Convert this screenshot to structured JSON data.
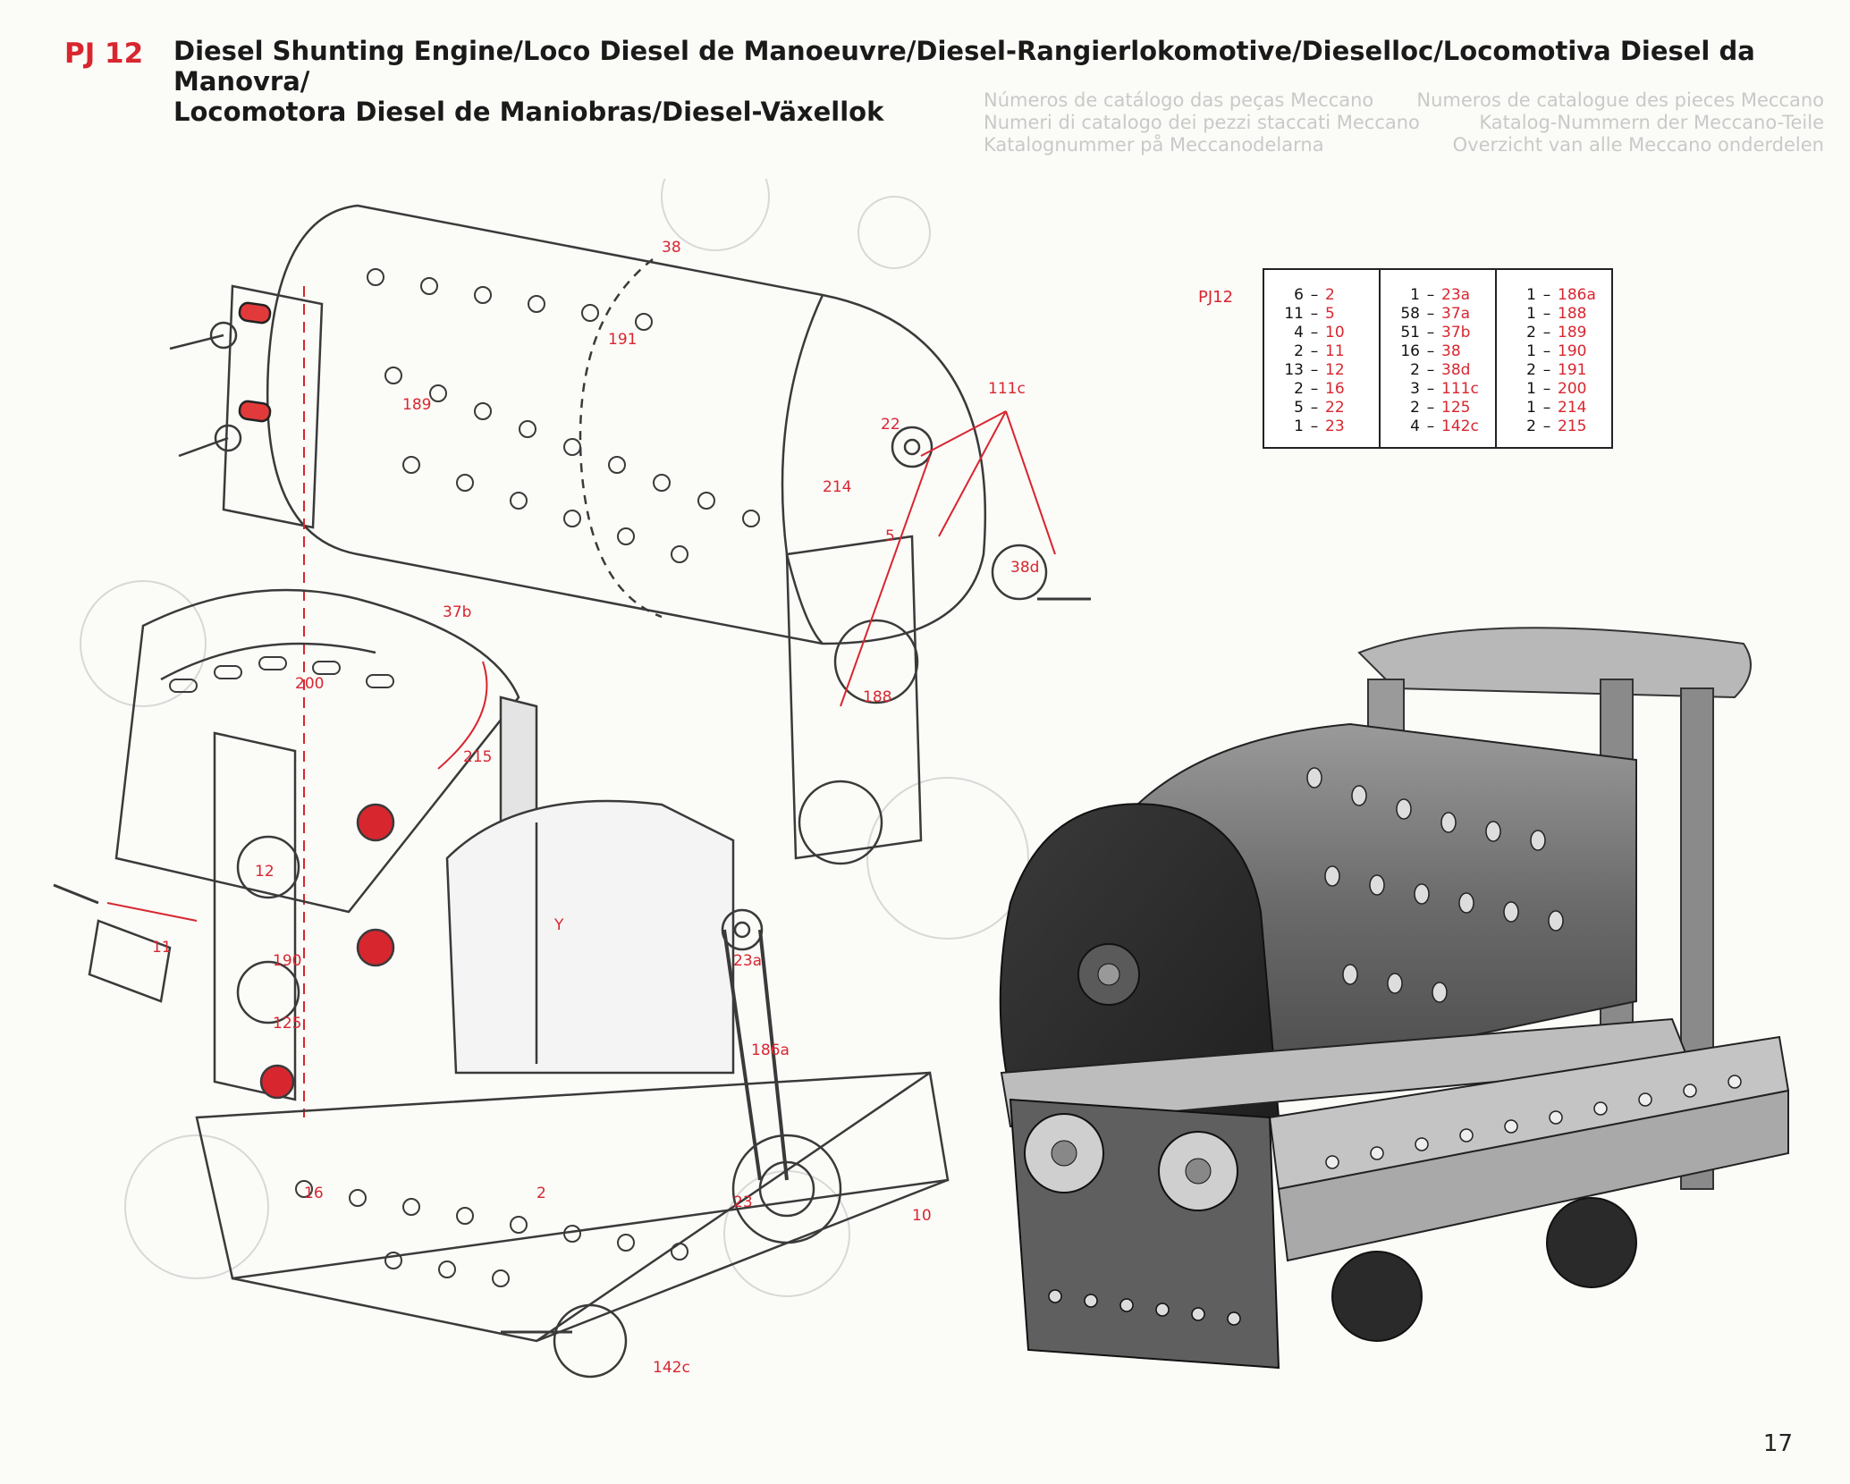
{
  "header": {
    "model_code": "PJ 12",
    "title_line1": "Diesel Shunting Engine/Loco Diesel de Manoeuvre/Diesel-Rangierlokomotive/Dieselloc/Locomotiva Diesel da Manovra/",
    "title_line2": "Locomotora Diesel de Maniobras/Diesel-Växellok"
  },
  "parts_list": {
    "code": "PJ12",
    "columns": [
      [
        {
          "qty": "6",
          "part": "2"
        },
        {
          "qty": "11",
          "part": "5"
        },
        {
          "qty": "4",
          "part": "10"
        },
        {
          "qty": "2",
          "part": "11"
        },
        {
          "qty": "13",
          "part": "12"
        },
        {
          "qty": "2",
          "part": "16"
        },
        {
          "qty": "5",
          "part": "22"
        },
        {
          "qty": "1",
          "part": "23"
        }
      ],
      [
        {
          "qty": "1",
          "part": "23a"
        },
        {
          "qty": "58",
          "part": "37a"
        },
        {
          "qty": "51",
          "part": "37b"
        },
        {
          "qty": "16",
          "part": "38"
        },
        {
          "qty": "2",
          "part": "38d"
        },
        {
          "qty": "3",
          "part": "111c"
        },
        {
          "qty": "2",
          "part": "125"
        },
        {
          "qty": "4",
          "part": "142c"
        }
      ],
      [
        {
          "qty": "1",
          "part": "186a"
        },
        {
          "qty": "1",
          "part": "188"
        },
        {
          "qty": "2",
          "part": "189"
        },
        {
          "qty": "1",
          "part": "190"
        },
        {
          "qty": "2",
          "part": "191"
        },
        {
          "qty": "1",
          "part": "200"
        },
        {
          "qty": "1",
          "part": "214"
        },
        {
          "qty": "2",
          "part": "215"
        }
      ]
    ]
  },
  "diagram_labels": {
    "l38": "38",
    "l191": "191",
    "l189": "189",
    "l111c": "111c",
    "l22": "22",
    "l214": "214",
    "l5": "5",
    "l38d": "38d",
    "l188": "188",
    "l37b": "37b",
    "l200": "200",
    "l215": "215",
    "l12": "12",
    "l11": "11",
    "l190": "190",
    "l125": "125",
    "lY": "Y",
    "l23a": "23a",
    "l186a": "186a",
    "l16": "16",
    "l2": "2",
    "l23": "23",
    "l10": "10",
    "l142c": "142c"
  },
  "ghost_text": {
    "block_left": [
      "Números de catálogo das peças Meccano",
      "Numeri di catalogo dei pezzi staccati Meccano",
      "Katalognummer på Meccanodelarna"
    ],
    "block_right": [
      "Numeros de catalogue des pieces Meccano",
      "Katalog-Nummern der Meccano-Teile",
      "Overzicht van alle Meccano onderdelen"
    ]
  },
  "icons": {
    "exploded_diagram": "exploded-assembly-drawing",
    "finished_model": "finished-model-photo"
  },
  "colors": {
    "accent": "#d8262f",
    "ink": "#1a1a1a"
  },
  "page_number": "17"
}
